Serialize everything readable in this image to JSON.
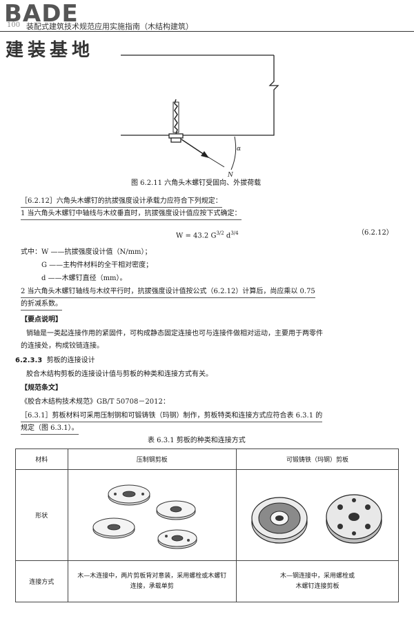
{
  "logo": {
    "brand": "BADE",
    "brand_cn": "建装基地"
  },
  "header": {
    "page_number": "100",
    "running_title": "装配式建筑技术规范应用实施指南（木结构建筑）"
  },
  "figure": {
    "caption": "图 6.2.11   六角头木螺钉受固向、外拔荷载",
    "label_n": "N",
    "label_alpha": "α"
  },
  "clause_6_2_12": {
    "heading": "［6.2.12］六角头木螺钉的抗拔强度设计承载力应符合下列规定：",
    "item1": "1   当六角头木螺钉中轴线与木纹垂直时，抗拔强度设计值应按下式确定：",
    "formula": "W = 43.2 G",
    "formula_sup1": "3/2",
    "formula_d": " d",
    "formula_sup2": "3/4",
    "formula_no": "（6.2.12）",
    "where_w": "式中：W ——抗拔强度设计值（N/mm）；",
    "where_g": "G ——主构件材料的全干相对密度；",
    "where_d": "d ——木螺钉直径（mm）。",
    "item2_line1": "2   当六角头木螺钉轴线与木纹平行时，抗拔强度设计值按公式（6.2.12）计算后，尚应乘以 0.75",
    "item2_line2": "的折减系数。"
  },
  "key_points": {
    "title": "【要点说明】",
    "line1": "销轴是一类起连接作用的紧固件，可构成静态固定连接也可与连接件做相对运动，主要用于两零件",
    "line2": "的连接处，构成铰链连接。"
  },
  "section_6_2_3_3": {
    "number": "6.2.3.3",
    "title": "剪板的连接设计",
    "body": "胶合木结构剪板的连接设计值与剪板的种类和连接方式有关。",
    "spec_title": "【规范条文】",
    "spec_ref": "《胶合木结构技术规范》GB/T 50708－2012：",
    "clause_line1": "［6.3.1］剪板材料可采用压制钢和可锻铸铁（玛钢）制作，剪板特类和连接方式应符合表 6.3.1 的",
    "clause_line2": "规定（图 6.3.1）。"
  },
  "table": {
    "caption": "表 6.3.1   剪板的种类和连接方式",
    "headers": [
      "材料",
      "压制钢剪板",
      "可锻铸铁（玛钢）剪板"
    ],
    "row_shape_label": "形状",
    "row_conn_label": "连接方式",
    "conn_pressed_steel_1": "木—木连接中，两片剪板背对意装，采用螺栓或木螺钉",
    "conn_pressed_steel_2": "连接，承载单剪",
    "conn_malleable_1": "木—钢连接中，采用螺栓或",
    "conn_malleable_2": "木螺钉连接剪板"
  }
}
